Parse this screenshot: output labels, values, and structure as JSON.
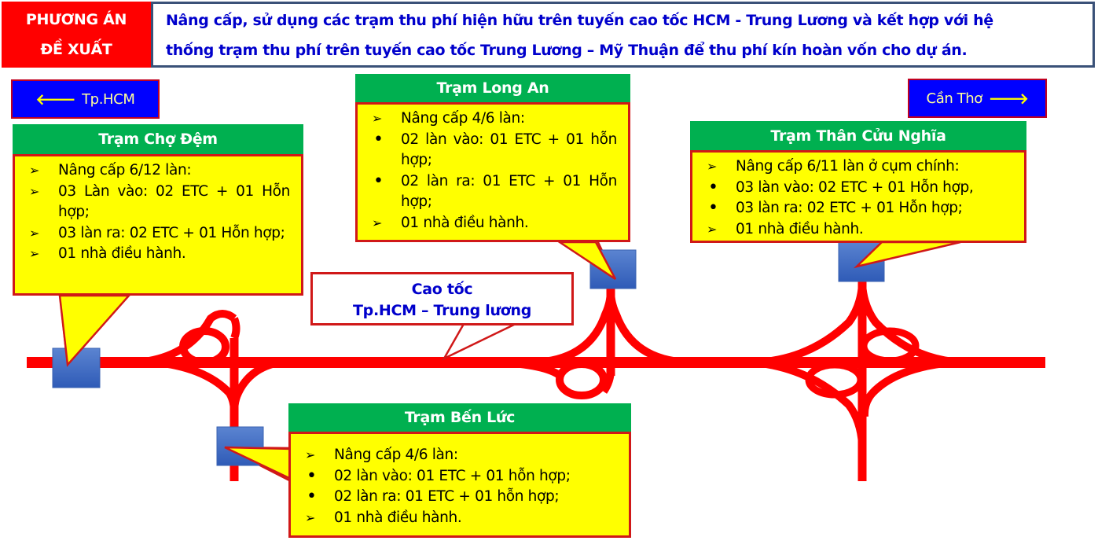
{
  "header": {
    "label_line1": "PHƯƠNG ÁN",
    "label_line2": "ĐỀ XUẤT",
    "title_line1": "Nâng cấp, sử dụng các trạm thu phí hiện hữu trên tuyến cao tốc HCM - Trung Lương và kết hợp với hệ",
    "title_line2": "thống trạm thu phí trên tuyến cao tốc Trung Lương – Mỹ Thuận để thu phí kín hoàn vốn cho dự án."
  },
  "directions": {
    "left": {
      "arrow": "🡐",
      "label": "Tp.HCM",
      "icon": "arrow-left-icon"
    },
    "right": {
      "arrow": "🡒",
      "label": "Cần Thơ",
      "icon": "arrow-right-icon"
    }
  },
  "highway_label": {
    "line1": "Cao tốc",
    "line2": "Tp.HCM – Trung lương"
  },
  "stations": [
    {
      "name": "Trạm Chợ Đệm",
      "items": [
        {
          "marker": "➢",
          "text": "Nâng cấp 6/12 làn:"
        },
        {
          "marker": "➢",
          "text": "03 Làn vào: 02 ETC + 01 Hỗn hợp;"
        },
        {
          "marker": "➢",
          "text": "03 làn ra: 02 ETC + 01 Hỗn hợp;"
        },
        {
          "marker": "➢",
          "text": "01 nhà điều hành."
        }
      ]
    },
    {
      "name": "Trạm Long An",
      "items": [
        {
          "marker": "➢",
          "text": "Nâng cấp 4/6 làn:"
        },
        {
          "marker": "•",
          "text": "02 làn vào: 01 ETC + 01 hỗn hợp;"
        },
        {
          "marker": "•",
          "text": "02 làn ra: 01 ETC + 01 Hỗn hợp;"
        },
        {
          "marker": "➢",
          "text": "01 nhà điều hành."
        }
      ]
    },
    {
      "name": "Trạm Thân Cửu Nghĩa",
      "items": [
        {
          "marker": "➢",
          "text": "Nâng cấp 6/11 làn ở cụm chính:"
        },
        {
          "marker": "•",
          "text": "03 làn vào: 02 ETC + 01 Hỗn hợp,"
        },
        {
          "marker": "•",
          "text": "03 làn ra: 02 ETC + 01 Hỗn hợp;"
        },
        {
          "marker": "➢",
          "text": "01 nhà điều hành."
        }
      ]
    },
    {
      "name": "Trạm Bến Lức",
      "items": [
        {
          "marker": "➢",
          "text": "Nâng cấp 4/6 làn:"
        },
        {
          "marker": "•",
          "text": "02 làn vào: 01 ETC + 01 hỗn hợp;"
        },
        {
          "marker": "•",
          "text": "02 làn ra: 01 ETC + 01 hỗn hợp;"
        },
        {
          "marker": "➢",
          "text": "01 nhà điều hành."
        }
      ]
    }
  ],
  "colors": {
    "road": "#ff0000",
    "toll_booth": "#4472c4",
    "station_header": "#00b050",
    "callout_fill": "#ffff00",
    "callout_border": "#d01818",
    "direction_button": "#0000ff",
    "title_text": "#0000cc",
    "header_label_bg": "#ff0000"
  }
}
